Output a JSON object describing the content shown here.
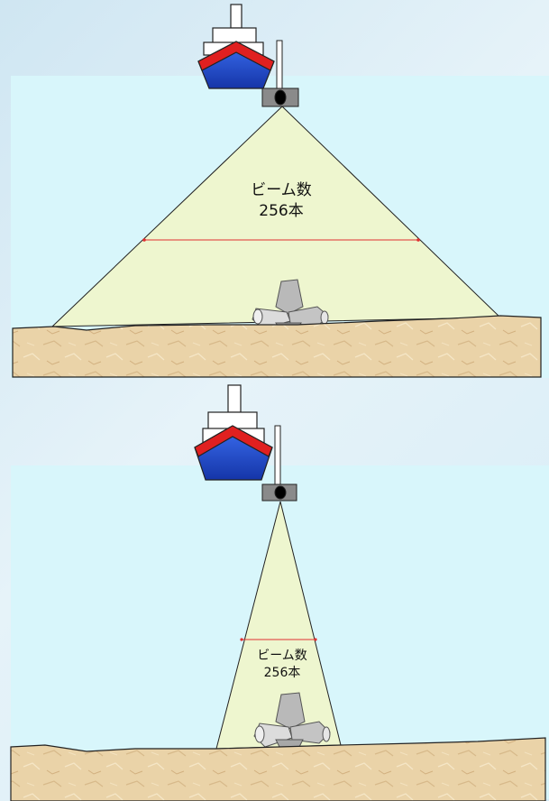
{
  "panels": [
    {
      "id": "wide",
      "label_line1": "ビーム数",
      "label_line2": "256本"
    },
    {
      "id": "narrow",
      "label_line1": "ビーム数",
      "label_line2": "256本"
    }
  ],
  "colors": {
    "water": "#d8f6fb",
    "beam_fill": "#eef6cf",
    "seabed": "#ead3a8",
    "hull": "#1f4fc8",
    "hull_stripe": "#e02020",
    "cabin": "#ffffff",
    "sonar": "#8a8a8a",
    "width_marker": "#e03030",
    "tetrapod": "#c9c9c9"
  },
  "icons": [
    "ship-icon",
    "sonar-transducer-icon",
    "tetrapod-block-icon"
  ]
}
